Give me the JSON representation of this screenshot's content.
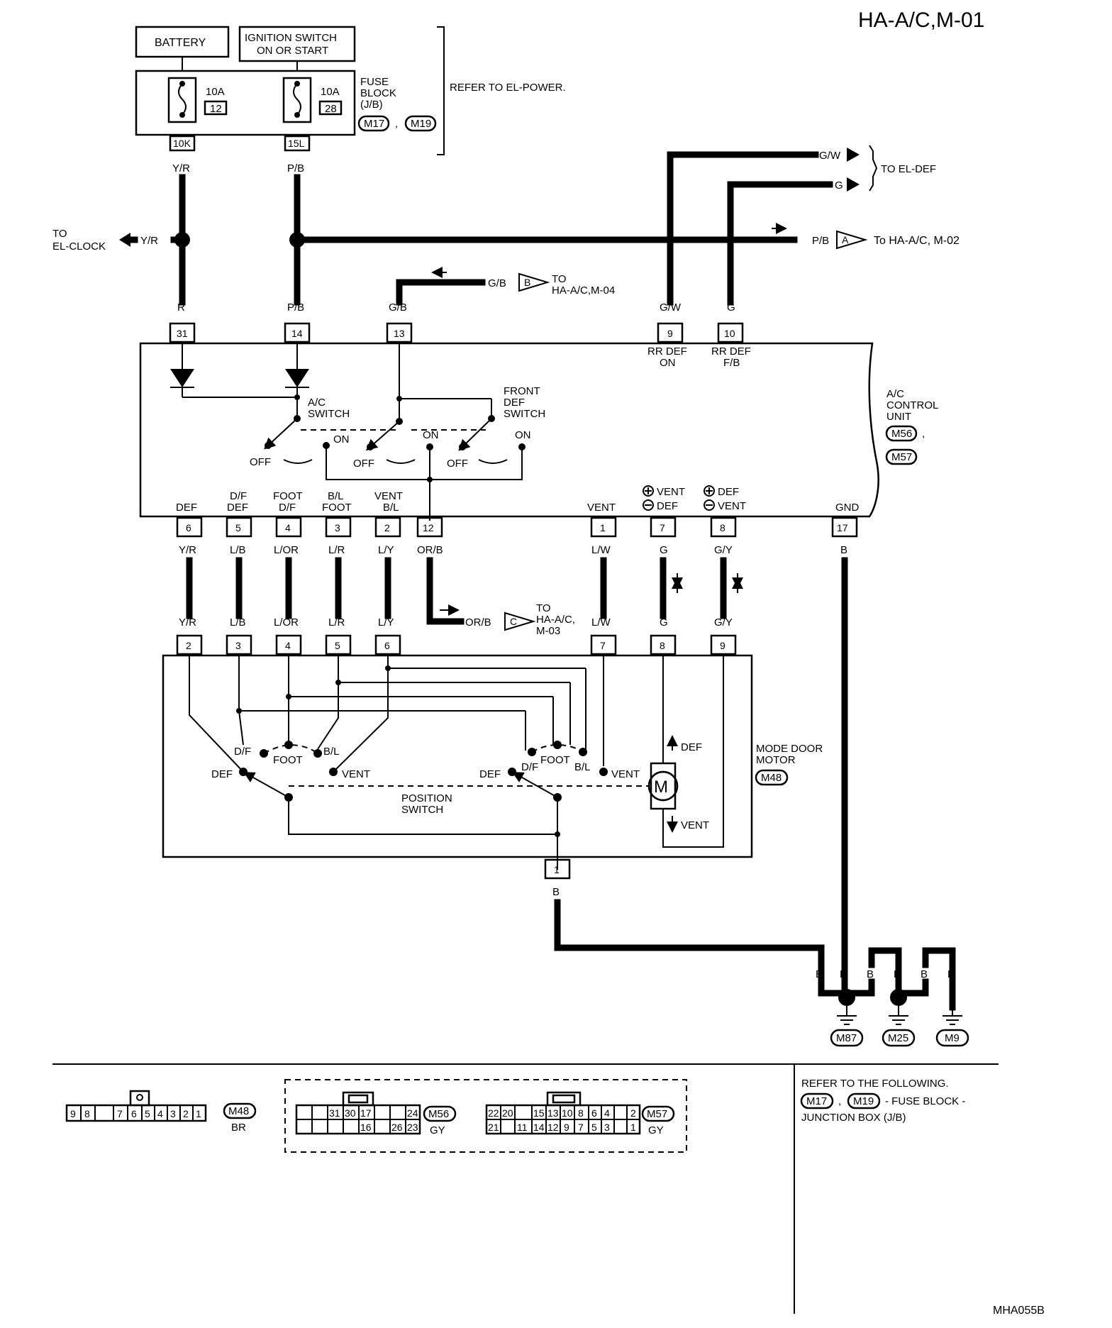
{
  "header": {
    "title": "HA-A/C,M-01",
    "figure_id": "MHA055B"
  },
  "power": {
    "battery": "BATTERY",
    "ignition_l1": "IGNITION SWITCH",
    "ignition_l2": "ON OR START",
    "fuse1_rating": "10A",
    "fuse1_no": "12",
    "fuse2_rating": "10A",
    "fuse2_no": "28",
    "fuse_block_l1": "FUSE",
    "fuse_block_l2": "BLOCK",
    "fuse_block_l3": "(J/B)",
    "fuse_conn1": "M17",
    "comma": ",",
    "fuse_conn2": "M19",
    "refer": "REFER TO EL-POWER.",
    "pin_10k": "10K",
    "pin_15l": "15L"
  },
  "wires": {
    "yr": "Y/R",
    "pb": "P/B",
    "r": "R",
    "gb": "G/B",
    "gw": "G/W",
    "g": "G",
    "lb": "L/B",
    "lor": "L/OR",
    "lr": "L/R",
    "ly": "L/Y",
    "orb": "OR/B",
    "lw": "L/W",
    "gy": "G/Y",
    "b": "B"
  },
  "refs": {
    "to_el_clock_l1": "TO",
    "to_el_clock_l2": "EL-CLOCK",
    "to_el_def": "TO EL-DEF",
    "to_m02": "To HA-A/C, M-02",
    "to_m02_id": "A",
    "to_m04_l1": "TO",
    "to_m04_l2": "HA-A/C,M-04",
    "to_m04_id": "B",
    "to_m03_l1": "TO",
    "to_m03_l2": "HA-A/C,",
    "to_m03_l3": "M-03",
    "to_m03_id": "C"
  },
  "control_unit": {
    "name_l1": "A/C",
    "name_l2": "CONTROL",
    "name_l3": "UNIT",
    "conn1": "M56",
    "comma": ",",
    "conn2": "M57",
    "ac_switch_l1": "A/C",
    "ac_switch_l2": "SWITCH",
    "front_def_l1": "FRONT",
    "front_def_l2": "DEF",
    "front_def_l3": "SWITCH",
    "on": "ON",
    "off": "OFF",
    "rr_def_on_l1": "RR DEF",
    "rr_def_on_l2": "ON",
    "rr_def_fb_l1": "RR DEF",
    "rr_def_fb_l2": "F/B",
    "top_pins": [
      "31",
      "14",
      "13",
      "9",
      "10"
    ],
    "bottom_pins": [
      "6",
      "5",
      "4",
      "3",
      "2",
      "12",
      "1",
      "7",
      "8",
      "17"
    ],
    "labels": {
      "def": "DEF",
      "df_l1": "D/F",
      "df_l2": "DEF",
      "foot_l1": "FOOT",
      "foot_l2": "D/F",
      "bl_l1": "B/L",
      "bl_l2": "FOOT",
      "vent_l1": "VENT",
      "vent_l2": "B/L",
      "vent": "VENT",
      "p7_l1": "VENT",
      "p7_l2": "DEF",
      "p8_l1": "DEF",
      "p8_l2": "VENT",
      "gnd": "GND"
    }
  },
  "mode_motor": {
    "name_l1": "MODE DOOR",
    "name_l2": "MOTOR",
    "conn": "M48",
    "pins": [
      "2",
      "3",
      "4",
      "5",
      "6",
      "7",
      "8",
      "9",
      "1"
    ],
    "position_l1": "POSITION",
    "position_l2": "SWITCH",
    "df": "D/F",
    "foot": "FOOT",
    "bl": "B/L",
    "def": "DEF",
    "vent": "VENT",
    "motor": "M",
    "arrow_def": "DEF",
    "arrow_vent": "VENT"
  },
  "grounds": [
    "M87",
    "M25",
    "M9"
  ],
  "connectors": {
    "m48_pins_top": [
      "9",
      "8",
      "",
      "7",
      "6",
      "5",
      "4",
      "3",
      "2",
      "1"
    ],
    "m48_id": "M48",
    "m48_color": "BR",
    "m56_row1": [
      "",
      "",
      "31",
      "30",
      "17",
      "",
      "",
      "24"
    ],
    "m56_row2": [
      "",
      "",
      "",
      "",
      "16",
      "",
      "26",
      "23"
    ],
    "m56_id": "M56",
    "m56_color": "GY",
    "m57_row1": [
      "22",
      "20",
      "",
      "15",
      "13",
      "10",
      "8",
      "6",
      "4",
      "2"
    ],
    "m57_row2": [
      "21",
      "",
      "11",
      "14",
      "12",
      "9",
      "7",
      "5",
      "3",
      "1"
    ],
    "m57_id": "M57",
    "m57_color": "GY"
  },
  "footer_refer": {
    "l1": "REFER TO THE FOLLOWING.",
    "c1": "M17",
    "comma": ",",
    "c2": "M19",
    "l2": "- FUSE BLOCK -",
    "l3": "JUNCTION BOX (J/B)"
  }
}
